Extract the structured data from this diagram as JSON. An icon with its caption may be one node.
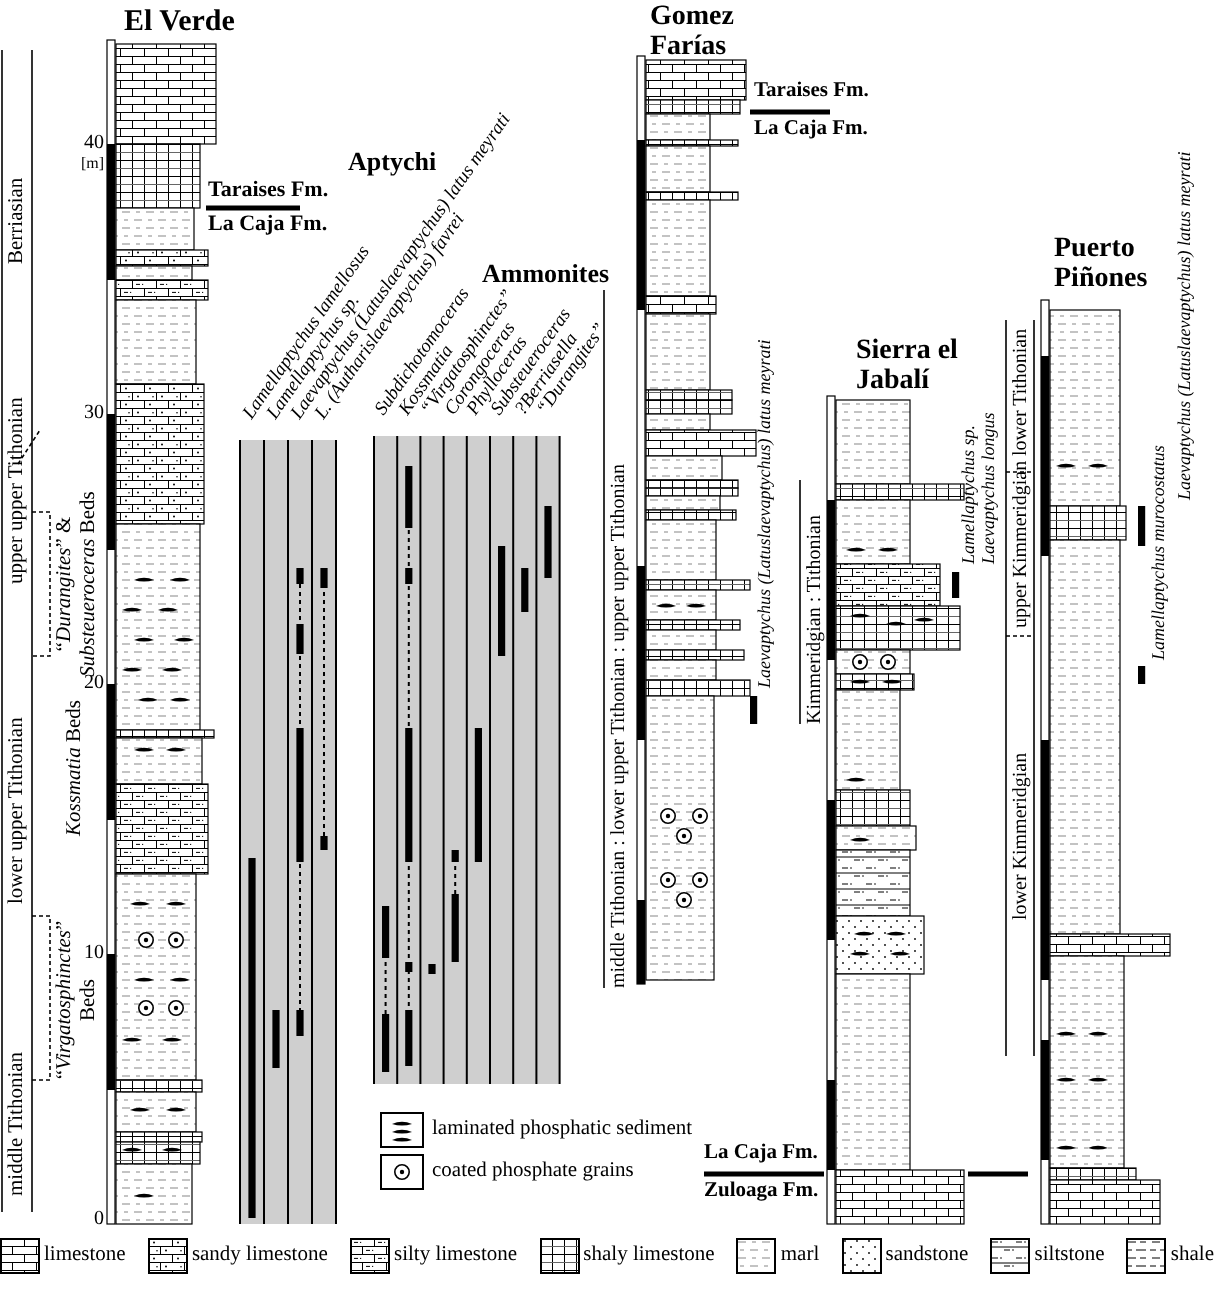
{
  "diagram": {
    "labels": [
      "El Verde",
      "40",
      "[m]",
      "30",
      "20",
      "10",
      "0",
      "Berriasian",
      "upper upper Tithonian",
      "lower upper Tithonian",
      "middle Tithonian",
      "“*Durangites*” & *Substeueroceras* Beds",
      "*Kossmatia* Beds",
      "“*Virgatosphinctes*” Beds",
      "Taraises Fm.",
      "La Caja Fm.",
      "Aptychi",
      "Lamellaptychus lamellosus",
      "Lamellaptychus sp.",
      "Laevaptychus (Latuslaevaptychus) latus meyrati",
      "L. (Autharislaevaptychus) favrei",
      "Ammonites",
      "Subdichotomoceras",
      "Kossmatia",
      "“Virgatosphinctes”",
      "Corongoceras",
      "Phylloceras",
      "Substeueroceras",
      "?Berriasella",
      "“Durangites”",
      "Gomez Farías",
      "Taraises Fm.",
      "La Caja Fm.",
      "middle Tithonian : lower upper Tithonian : upper upper Tithonian",
      "Laevaptychus (Latuslaevaptychus) latus meyrati",
      "Sierra el Jabalí",
      "Kimmeridgian : Tithonian",
      "Lamellaptychus sp.",
      "Laevaptychus longus",
      "La Caja Fm.",
      "Zuloaga Fm.",
      "Puerto Piñones",
      "lower Tithonian",
      "upper Kimmeridgian",
      "lower Kimmeridgian",
      "Laevaptychus (Latuslaevaptychus) latus meyrati",
      "Lamellaptychus murocostatus"
    ],
    "legend": [
      {
        "text": "laminated phosphatic sediment"
      },
      {
        "text": "coated phosphate grains"
      },
      {
        "text": "limestone"
      },
      {
        "text": "sandy limestone"
      },
      {
        "text": "silty limestone"
      },
      {
        "text": "shaly limestone"
      },
      {
        "text": "marl"
      },
      {
        "text": "sandstone"
      },
      {
        "text": "siltstone"
      },
      {
        "text": "shale"
      }
    ]
  }
}
